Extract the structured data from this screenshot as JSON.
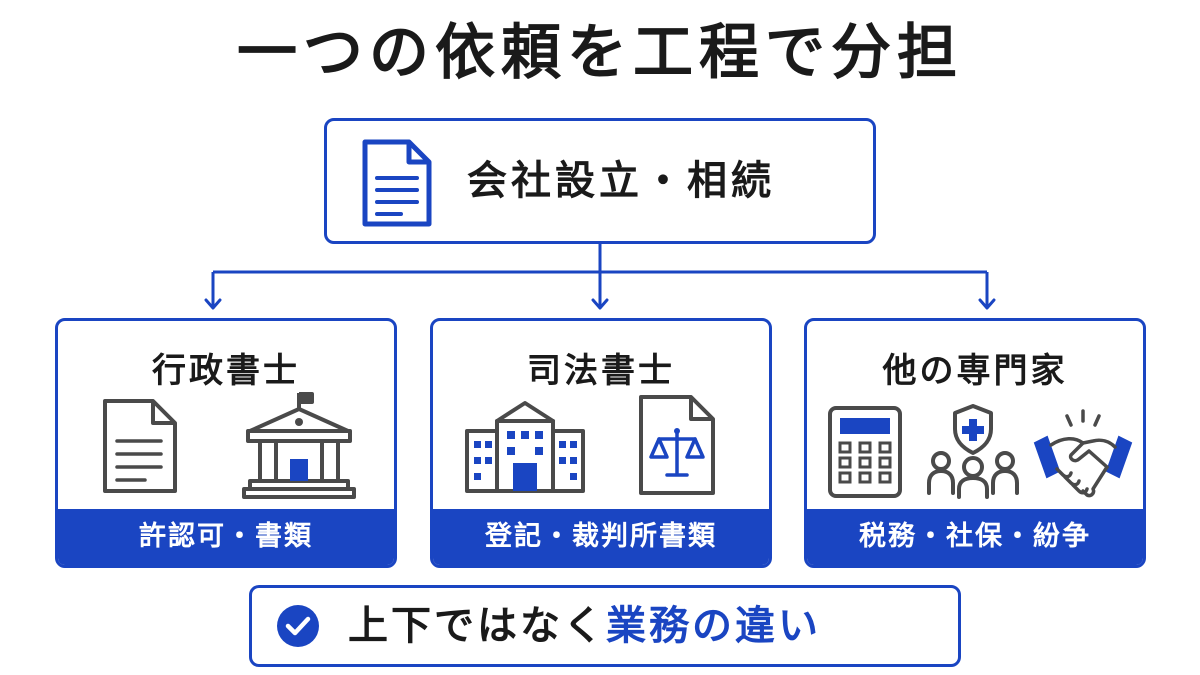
{
  "title": "一つの依頼を工程で分担",
  "top": {
    "label": "会社設立・相続",
    "icon": "document-icon"
  },
  "cards": [
    {
      "title": "行政書士",
      "footer": "許認可・書類",
      "icons": [
        "document-icon",
        "government-building-icon"
      ]
    },
    {
      "title": "司法書士",
      "footer": "登記・裁判所書類",
      "icons": [
        "office-building-icon",
        "legal-document-scales-icon"
      ]
    },
    {
      "title": "他の専門家",
      "footer": "税務・社保・紛争",
      "icons": [
        "calculator-icon",
        "insurance-people-icon",
        "handshake-icon"
      ]
    }
  ],
  "bottom": {
    "text_plain": "上下ではなく",
    "text_highlight": "業務の違い",
    "icon": "check-circle-icon"
  },
  "colors": {
    "accent": "#1a45c2",
    "text": "#1a1a1a",
    "icon_gray": "#4a4a4a",
    "background": "#ffffff"
  }
}
